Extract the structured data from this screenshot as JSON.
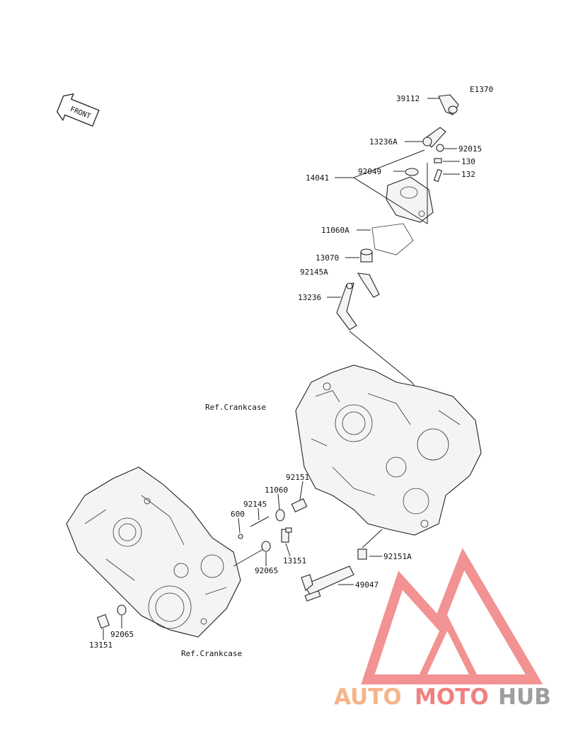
{
  "diagram_code": "E1370",
  "front_label": "FRONT",
  "ref_labels": [
    "Ref.Crankcase",
    "Ref.Crankcase"
  ],
  "parts": {
    "p39112": "39112",
    "p13236A": "13236A",
    "p92015": "92015",
    "p130": "130",
    "p92049": "92049",
    "p132": "132",
    "p14041": "14041",
    "p11060A": "11060A",
    "p13070": "13070",
    "p92145A": "92145A",
    "p13236": "13236",
    "p92151": "92151",
    "p11060": "11060",
    "p92145": "92145",
    "p600": "600",
    "p13151a": "13151",
    "p92065a": "92065",
    "p92151A": "92151A",
    "p49047": "49047",
    "p92065b": "92065",
    "p13151b": "13151"
  },
  "watermark": {
    "part1": "AUTO",
    "part2": "MOTO",
    "part3": "HUB",
    "color1": "#f5b48a",
    "color2": "#f08080",
    "color3": "#9e9e9e",
    "logo_color": "#f08080"
  }
}
